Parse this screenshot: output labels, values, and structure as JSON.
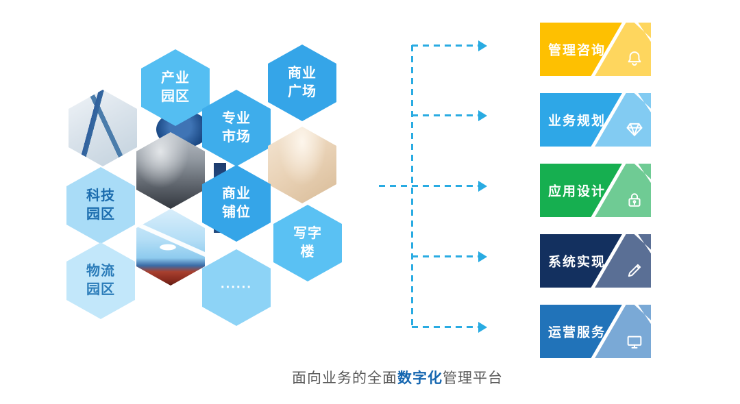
{
  "diagram": {
    "caption": {
      "prefix": "面向业务的全面",
      "highlight": "数字化",
      "suffix": "管理平台",
      "text_color": "#595959",
      "highlight_color": "#1566B0"
    },
    "arrow_color": "#29ABE2",
    "hexagons": [
      {
        "name": "industrial-park",
        "lines": [
          "产业",
          "园区"
        ],
        "color": "#54BEF2",
        "text_color": "#FFFFFF"
      },
      {
        "name": "commercial-plaza",
        "lines": [
          "商业",
          "广场"
        ],
        "color": "#35A5E8",
        "text_color": "#FFFFFF"
      },
      {
        "name": "professional-market",
        "lines": [
          "专业",
          "市场"
        ],
        "color": "#3EADEB",
        "text_color": "#FFFFFF"
      },
      {
        "name": "tech-park",
        "lines": [
          "科技",
          "园区"
        ],
        "color": "#A9DCF7",
        "text_color": "#1B6CAE"
      },
      {
        "name": "commercial-shops",
        "lines": [
          "商业",
          "铺位"
        ],
        "color": "#35A5E8",
        "text_color": "#FFFFFF"
      },
      {
        "name": "office-building",
        "lines": [
          "写字",
          "楼"
        ],
        "color": "#5AC1F3",
        "text_color": "#FFFFFF"
      },
      {
        "name": "logistics-park",
        "lines": [
          "物流",
          "园区"
        ],
        "color": "#C2E7FA",
        "text_color": "#2B7CB9"
      },
      {
        "name": "more-dots",
        "lines": [
          "······"
        ],
        "color": "#8DD3F6",
        "text_color": "#FFFFFF"
      }
    ],
    "photos": [
      "business-team-photo",
      "cloudy-sky-photo",
      "hands-together-photo",
      "airplane-cargo-photo"
    ],
    "banners": [
      {
        "label": "管理咨询",
        "color": "#FEC001",
        "light_color": "#FED65E",
        "icon": "bell-icon"
      },
      {
        "label": "业务规划",
        "color": "#2EA7E7",
        "light_color": "#82CBF2",
        "icon": "diamond-icon"
      },
      {
        "label": "应用设计",
        "color": "#16AF50",
        "light_color": "#6FCB94",
        "icon": "lock-icon"
      },
      {
        "label": "系统实现",
        "color": "#13305F",
        "light_color": "#5A6F95",
        "icon": "pencil-icon"
      },
      {
        "label": "运营服务",
        "color": "#2173B9",
        "light_color": "#7AA9D6",
        "icon": "tv-icon"
      }
    ]
  }
}
